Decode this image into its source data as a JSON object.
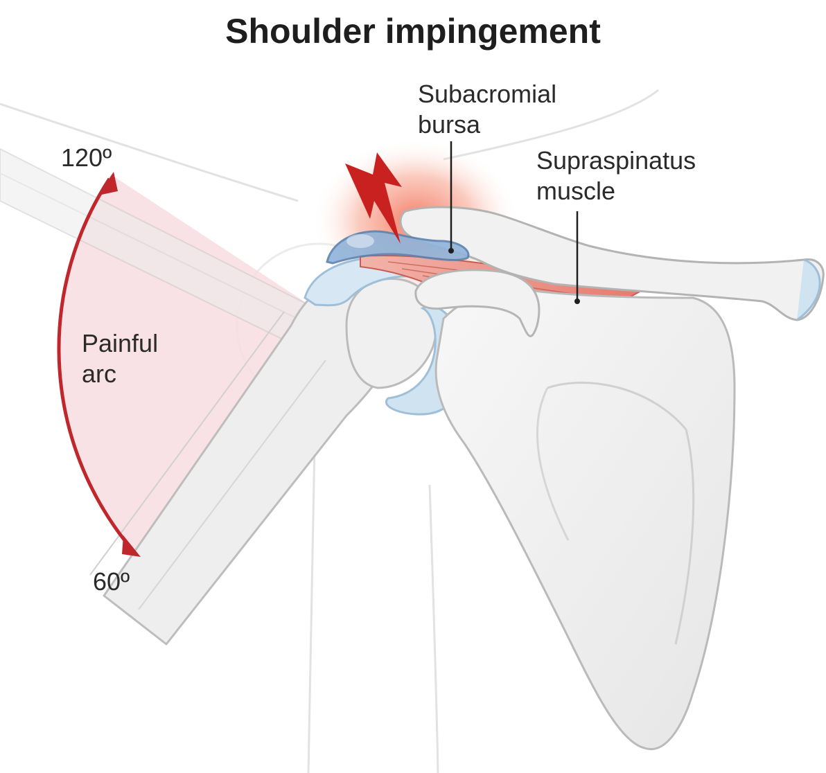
{
  "title": "Shoulder impingement",
  "labels": {
    "subacromial_bursa": [
      "Subacromial",
      "bursa"
    ],
    "supraspinatus_muscle": [
      "Supraspinatus",
      "muscle"
    ],
    "painful_arc": [
      "Painful",
      "arc"
    ],
    "angle_high": "120º",
    "angle_low": "60º"
  },
  "colors": {
    "arc_arrow": "#c0272d",
    "arc_fill": "#f8dde0",
    "pain_glow": "#f2644a",
    "lightning": "#c8211f",
    "bursa": "#8fb3d9",
    "cartilage": "#cfe3f1",
    "muscle": "#e88c80",
    "bone": "#f1f1f1",
    "bone_outline": "#b9b9b9",
    "leader_line": "#1e1e1e"
  },
  "icons": [
    "lightning-bolt-icon",
    "double-headed-arc-arrow-icon"
  ]
}
